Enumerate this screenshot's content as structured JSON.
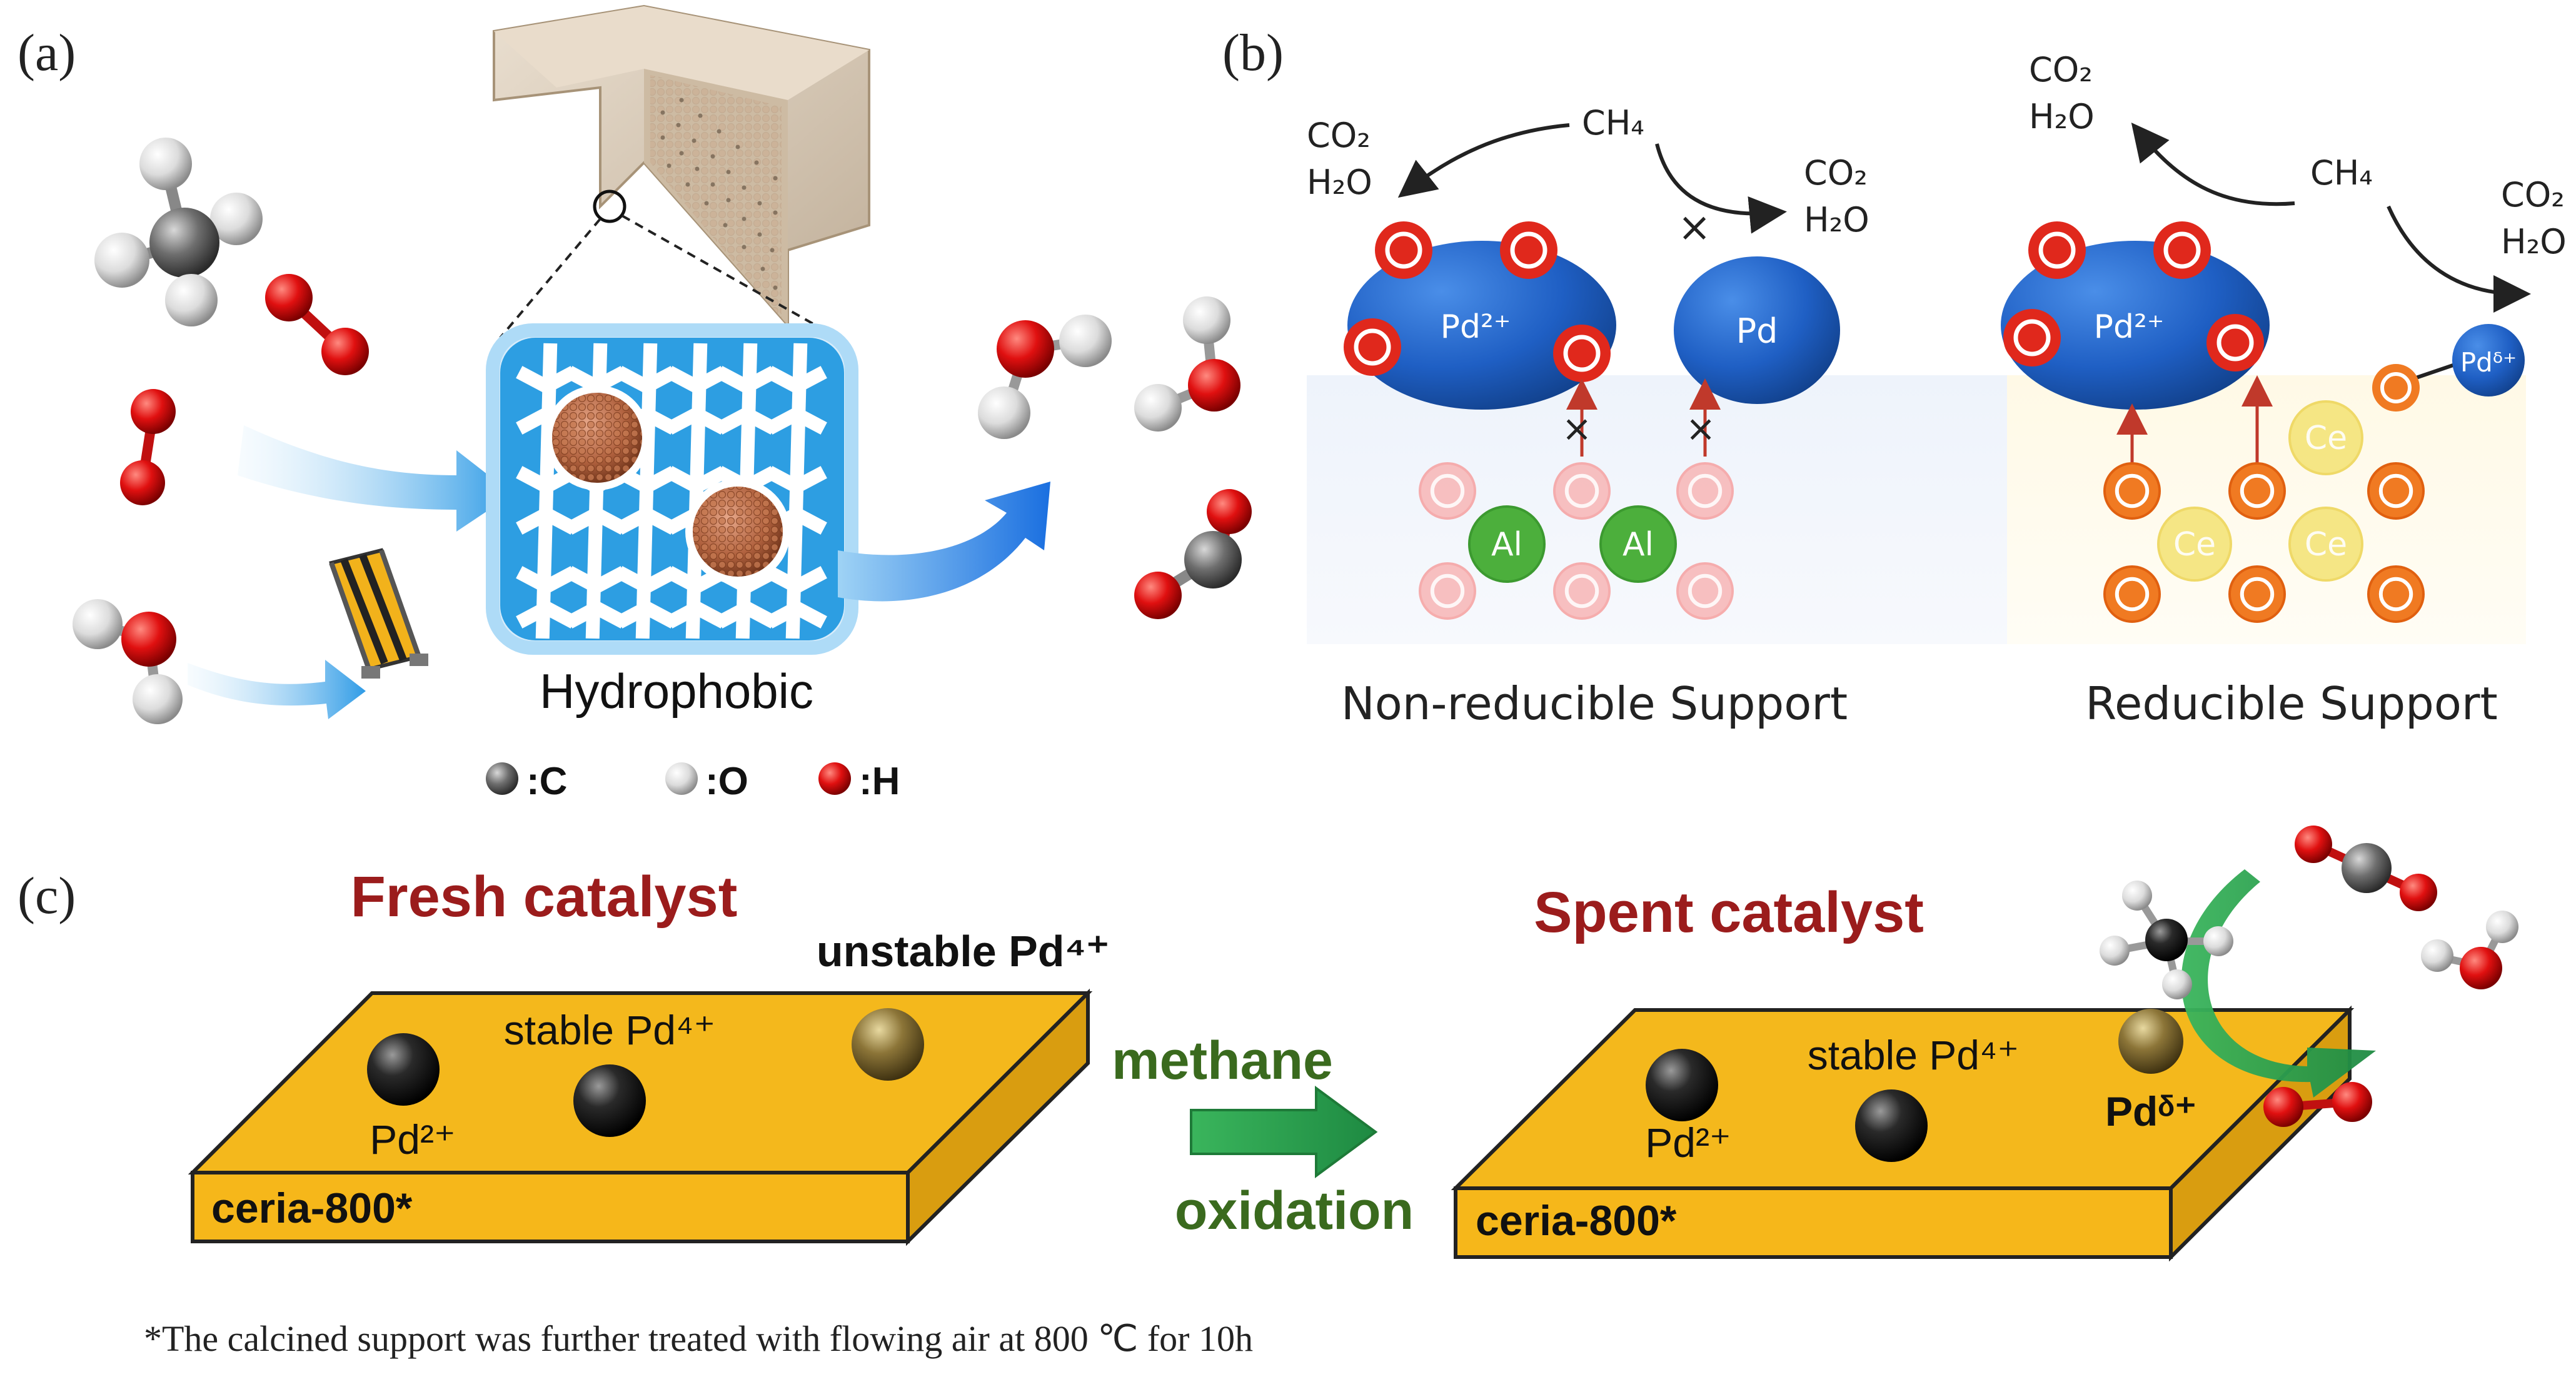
{
  "panels": {
    "a": {
      "label": "(a)",
      "membrane_label": "Hydrophobic",
      "legend": [
        {
          "symbol": ":C"
        },
        {
          "symbol": ":O"
        },
        {
          "symbol": ":H"
        }
      ]
    },
    "b": {
      "label": "(b)",
      "non_reducible": {
        "caption": "Non-reducible Support",
        "ch4": "CH₄",
        "products_left": [
          "CO₂",
          "H₂O"
        ],
        "products_right": [
          "CO₂",
          "H₂O"
        ],
        "pd_oxide": "Pd²⁺",
        "pd_metal": "Pd",
        "support_cation": "Al",
        "oxygen": "O",
        "blocked_mark": "×"
      },
      "reducible": {
        "caption": "Reducible Support",
        "ch4": "CH₄",
        "products_left": [
          "CO₂",
          "H₂O"
        ],
        "products_right": [
          "CO₂",
          "H₂O"
        ],
        "pd_oxide": "Pd²⁺",
        "pd_delta": "Pdᵟ⁺",
        "support_cation": "Ce",
        "oxygen": "O"
      }
    },
    "c": {
      "label": "(c)",
      "fresh": {
        "title": "Fresh catalyst",
        "unstable_label": "unstable Pd⁴⁺",
        "stable_label": "stable Pd⁴⁺",
        "pd2_label": "Pd²⁺",
        "support_label": "ceria-800*"
      },
      "arrow_top": "methane",
      "arrow_bottom": "oxidation",
      "spent": {
        "title": "Spent catalyst",
        "stable_label": "stable Pd⁴⁺",
        "pd2_label": "Pd²⁺",
        "pd_delta_label": "Pdᵟ⁺",
        "support_label": "ceria-800*"
      }
    }
  },
  "footnote": "*The calcined support was further treated with flowing air at 800 ℃ for 10h",
  "colors": {
    "title_red": "#9b1c1c",
    "arrow_green": "#2a9a4a",
    "slab_yellow": "#f4b81c",
    "pd_blue": "#1f5fc4",
    "oxygen_red": "#e0281c",
    "al_green": "#4caf3c",
    "ce_yellow": "#f5e47a",
    "o_orange": "#f07a22",
    "membrane_blue": "#2d9ee2"
  }
}
